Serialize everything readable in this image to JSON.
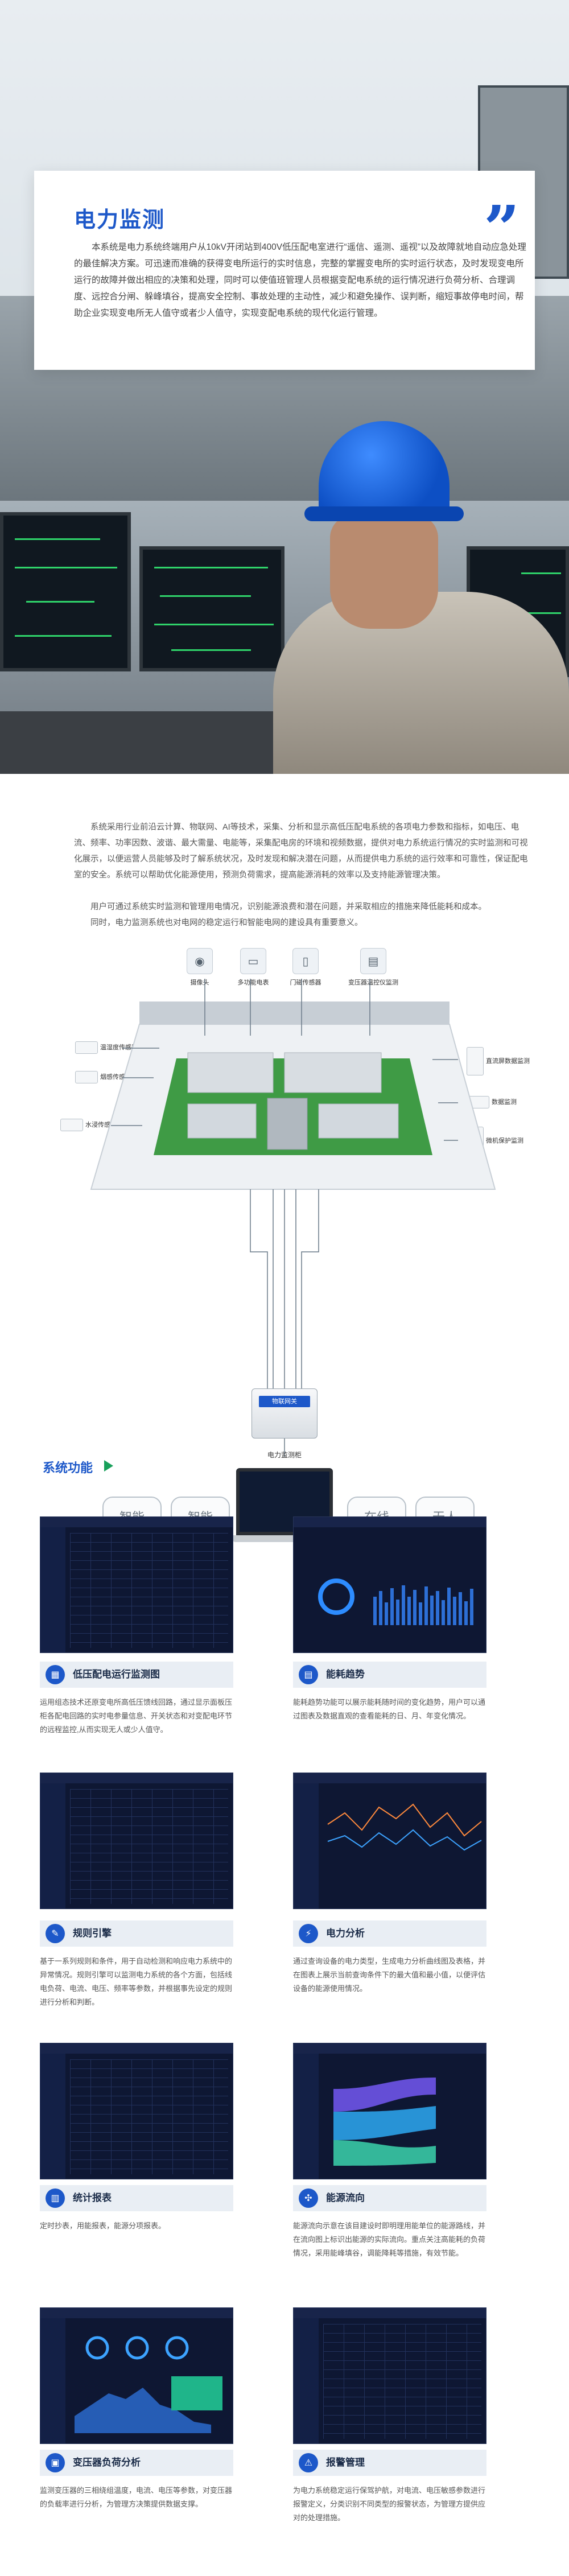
{
  "intro": {
    "title": "电力监测",
    "quote": "”",
    "text": "本系统是电力系统终端用户从10kV开闭站到400V低压配电室进行“遥信、遥测、遥视”以及故障就地自动应急处理的最佳解决方案。可迅速而准确的获得变电所运行的实时信息，完整的掌握变电所的实时运行状态，及时发现变电所运行的故障并做出相应的决策和处理，同时可以使值班管理人员根据变配电系统的运行情况进行负荷分析、合理调度、远控合分闸、躲峰填谷，提高安全控制、事故处理的主动性，减少和避免操作、误判断，缩短事故停电时间，帮助企业实现变电所无人值守或者少人值守，实现变配电系统的现代化运行管理。"
  },
  "overview": {
    "para1": "系统采用行业前沿云计算、物联网、AI等技术，采集、分析和显示高低压配电系统的各项电力参数和指标，如电压、电流、频率、功率因数、波谐、最大需量、电能等，采集配电房的环境和视频数据，提供对电力系统运行情况的实时监测和可视化展示，以便运营人员能够及时了解系统状况，及时发现和解决潜在问题，从而提供电力系统的运行效率和可靠性，保证配电室的安全。系统可以帮助优化能源使用，预测负荷需求，提高能源消耗的效率以及支持能源管理决策。",
    "para2": "用户可通过系统实时监测和管理用电情况，识别能源浪费和潜在问题，并采取相应的措施来降低能耗和成本。",
    "para3": "同时，电力监测系统也对电网的稳定运行和智能电网的建设具有重要意义。"
  },
  "diagram": {
    "devices_top": [
      "摄像头",
      "多功能电表",
      "门磁传感器",
      "变压器温控仪监测"
    ],
    "devices_left": [
      "温湿度传感器",
      "烟感传感器",
      "水浸传感器"
    ],
    "devices_right": [
      "直流屏数据监测",
      "数据监测",
      "微机保护监测"
    ],
    "gateway_label": "物联网关",
    "gateway_caption": "电力监测柜",
    "pills_left": [
      "智能\n分析",
      "智能\n预警"
    ],
    "pills_right": [
      "在线\n监测",
      "无人\n值守"
    ]
  },
  "features": {
    "section_title": "系统功能",
    "items": [
      {
        "icon": "monitor-icon",
        "glyph": "▦",
        "name": "低压配电运行监测图",
        "desc": "运用组态技术还原变电所高低压馈线回路，通过显示面板压柜各配电回路的实时电参量信息、开关状态和对变配电环节的远程监控,从而实现无人或少人值守。"
      },
      {
        "icon": "trend-icon",
        "glyph": "▤",
        "name": "能耗趋势",
        "desc": "能耗趋势功能可以展示能耗随时间的变化趋势，用户可以通过图表及数据直观的查看能耗的日、月、年变化情况。"
      },
      {
        "icon": "rule-icon",
        "glyph": "✎",
        "name": "规则引擎",
        "desc": "基于一系列规则和条件，用于自动检测和响应电力系统中的异常情况。规则引擎可以监测电力系统的各个方面，包括线电负荷、电流、电压、频率等参数，并根据事先设定的规则进行分析和判断。"
      },
      {
        "icon": "power-icon",
        "glyph": "⚡",
        "name": "电力分析",
        "desc": "通过查询设备的电力类型，生成电力分析曲线图及表格，并在图表上展示当前查询条件下的最大值和最小值，以便评估设备的能源使用情况。"
      },
      {
        "icon": "report-icon",
        "glyph": "▥",
        "name": "统计报表",
        "desc": "定时抄表，用能报表，能源分项报表。"
      },
      {
        "icon": "flow-icon",
        "glyph": "✣",
        "name": "能源流向",
        "desc": "能源流向示意在该目建设时即明理用能单位的能源路线，并在流向图上标识出能源的实际流向。重点关注高能耗的负荷情况，采用能峰填谷，调能降耗等措施，有效节能。"
      },
      {
        "icon": "transformer-icon",
        "glyph": "▣",
        "name": "变压器负荷分析",
        "desc": "监测变压器的三相绕组温度，电流、电压等参数，对变压器的负载率进行分析，为管理方决策提供数据支撑。"
      },
      {
        "icon": "alarm-icon",
        "glyph": "⚠",
        "name": "报警管理",
        "desc": "为电力系统稳定运行保驾护航，对电流、电压敏感参数进行报警定义，分类识别不同类型的报警状态，为管理方提供应对的处理措施。"
      }
    ]
  }
}
